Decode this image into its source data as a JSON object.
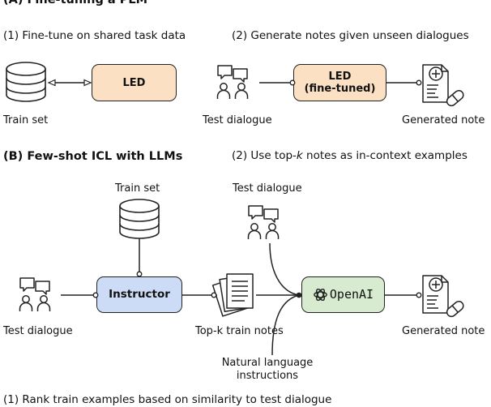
{
  "section_a": {
    "title": "(A) Fine-tuning a PLM",
    "step1": "(1) Fine-tune on shared task data",
    "step2": "(2) Generate notes given unseen dialogues",
    "train_set": "Train set",
    "led": "LED",
    "led_ft_line1": "LED",
    "led_ft_line2": "(fine-tuned)",
    "test_dialogue": "Test dialogue",
    "generated_note": "Generated note"
  },
  "section_b": {
    "title": "(B) Few-shot ICL with LLMs",
    "step2_pre": "(2) Use top-",
    "step2_k": "k",
    "step2_post": " notes as in-context examples",
    "train_set": "Train set",
    "test_dialogue_top": "Test dialogue",
    "instructor": "Instructor",
    "openai": "OpenAI",
    "test_dialogue_left": "Test dialogue",
    "topk": "Top-k train notes",
    "generated_note": "Generated note",
    "nl_line1": "Natural language",
    "nl_line2": "instructions",
    "step1": "(1) Rank train examples based on similarity to test dialogue"
  }
}
